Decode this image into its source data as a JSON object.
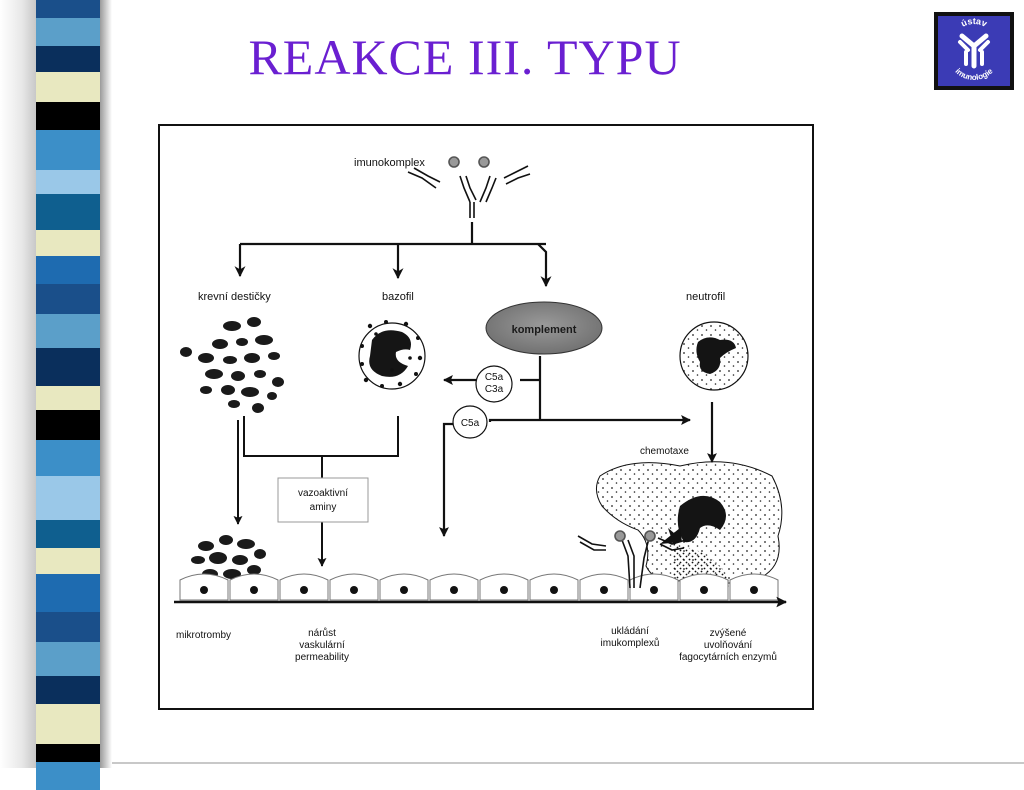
{
  "slide": {
    "title": "REAKCE III. TYPU"
  },
  "logo": {
    "text_top": "ústav",
    "text_bottom": "imunologie"
  },
  "diagram": {
    "labels": {
      "immunocomplex": "imunokomplex",
      "platelets": "krevní destičky",
      "basophil": "bazofil",
      "complement": "komplement",
      "neutrophil": "neutrofil",
      "c5a_top": "C5a",
      "c3a": "C3a",
      "c5a_lower": "C5a",
      "chemotaxis": "chemotaxe",
      "vasoactive_line1": "vazoaktivní",
      "vasoactive_line2": "aminy",
      "microthrombi": "mikrotromby",
      "permeability_line1": "nárůst",
      "permeability_line2": "vaskulární",
      "permeability_line3": "permeability",
      "deposition_line1": "ukládání",
      "deposition_line2": "imukomplexů",
      "enzymes_line1": "zvýšené",
      "enzymes_line2": "uvolňování",
      "enzymes_line3": "fagocytárních enzymů"
    }
  },
  "colors": {
    "title": "#6a1fd1",
    "logo_bg": "#3b3bb5",
    "stripes": [
      "#1a4f8a",
      "#5b9fc9",
      "#0a2f5c",
      "#e8e8c0",
      "#000000",
      "#3c8fc8",
      "#9ac8e8",
      "#0f5f8f",
      "#e8e8c0",
      "#1e6bb0"
    ]
  }
}
